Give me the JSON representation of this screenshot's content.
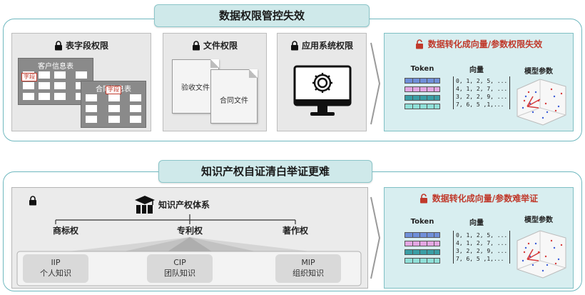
{
  "section1": {
    "title": "数据权限管控失效",
    "card_field": {
      "header": "表字段权限",
      "table1": "客户信息表",
      "table2": "合同信息表",
      "field_tag": "字段"
    },
    "card_file": {
      "header": "文件权限",
      "doc1": "验收文件",
      "doc2": "合同文件"
    },
    "card_app": {
      "header": "应用系统权限"
    },
    "panel": {
      "header": "数据转化成向量/参数权限失效",
      "token_label": "Token",
      "vector_label": "向量",
      "param_label": "模型参数",
      "vector_rows": [
        "0, 1, 2, 5, ...",
        "4, 1, 2, 7, ...",
        "3, 2, 2, 9, ...",
        "7, 6, 5 ,1,..."
      ]
    }
  },
  "section2": {
    "title": "知识产权自证清白举证更难",
    "system_label": "知识产权体系",
    "branches": [
      "商标权",
      "专利权",
      "著作权"
    ],
    "levels": [
      {
        "code": "IIP",
        "name": "个人知识"
      },
      {
        "code": "CIP",
        "name": "团队知识"
      },
      {
        "code": "MIP",
        "name": "组织知识"
      }
    ],
    "panel": {
      "header": "数据转化成向量/参数难举证",
      "token_label": "Token",
      "vector_label": "向量",
      "param_label": "模型参数",
      "vector_rows": [
        "0, 1, 2, 5, ...",
        "4, 1, 2, 7, ...",
        "3, 2, 2, 9, ...",
        "7, 6, 5 ,1,..."
      ]
    }
  },
  "colors": {
    "teal_border": "#6fb8bf",
    "title_bg": "#cfe9ea",
    "panel_bg": "#d8eef0",
    "alert_red": "#c0392b"
  },
  "token_colors": [
    "#6f8fd9",
    "#e3a6e3",
    "#3a9ea5",
    "#8fe0d8"
  ]
}
